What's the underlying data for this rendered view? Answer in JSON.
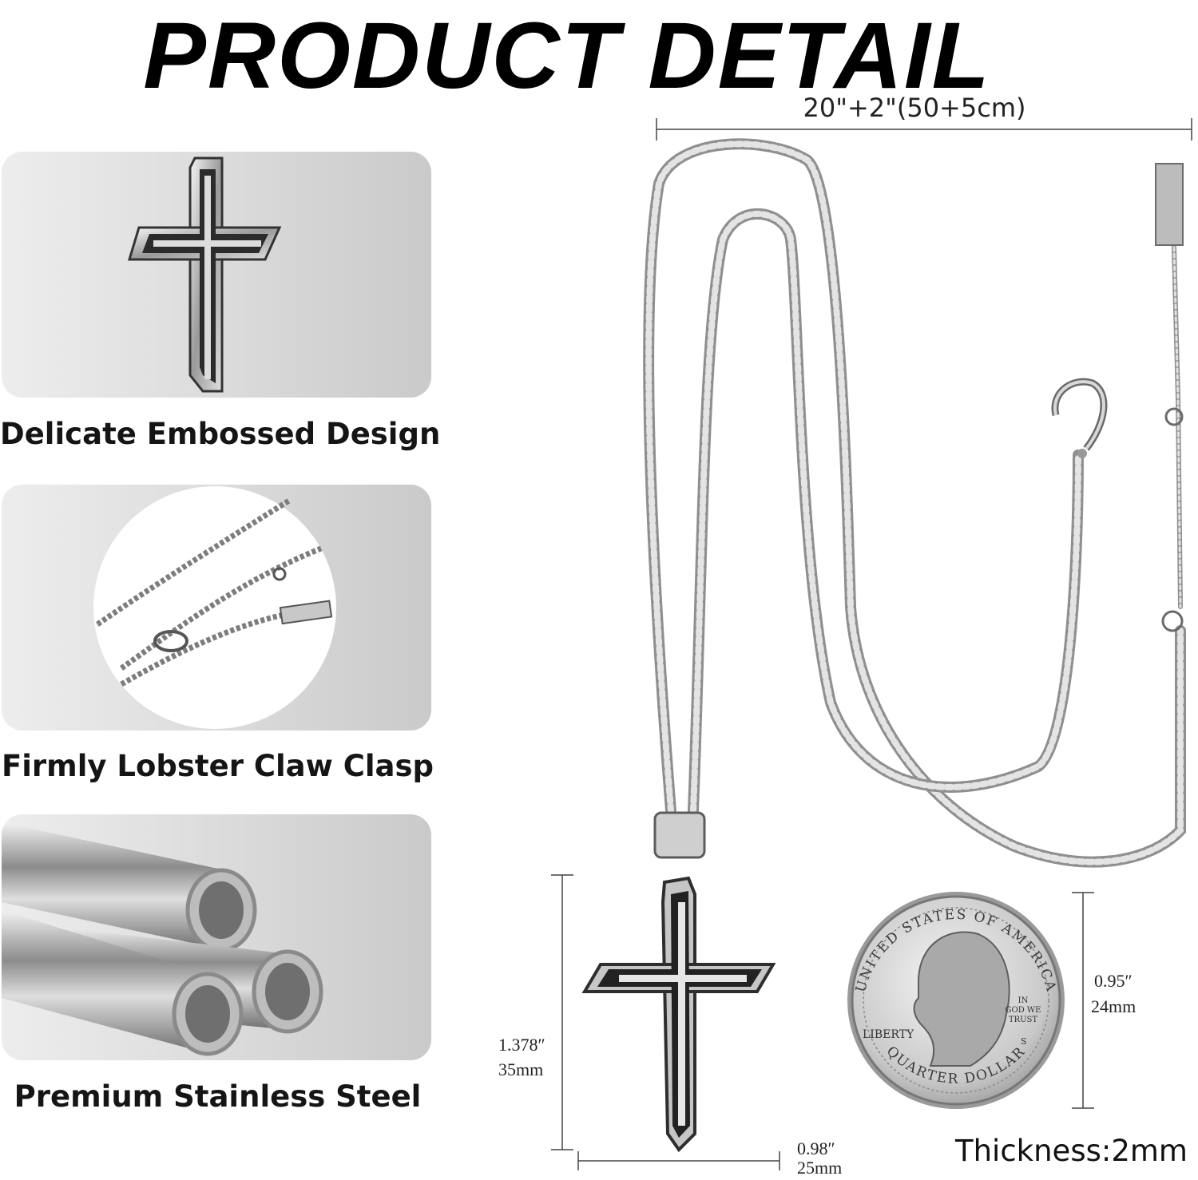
{
  "title": "PRODUCT DETAIL",
  "features": [
    {
      "caption": "Delicate Embossed Design",
      "icon": "cross-pendant-closeup"
    },
    {
      "caption": "Firmly Lobster Claw Clasp",
      "icon": "clasp-closeup"
    },
    {
      "caption": "Premium Stainless Steel",
      "icon": "steel-tubes"
    }
  ],
  "chain_length": "20\"+2\"(50+5cm)",
  "pendant_height": {
    "inch": "1.378″",
    "mm": "35mm"
  },
  "pendant_width": {
    "inch": "0.98″",
    "mm": "25mm"
  },
  "coin_size": {
    "inch": "0.95″",
    "mm": "24mm"
  },
  "coin": {
    "top_text": "UNITED STATES OF AMERICA",
    "liberty": "LIBERTY",
    "bottom_text": "QUARTER DOLLAR",
    "motto_1": "IN",
    "motto_2": "GOD WE",
    "motto_3": "TRUST",
    "mint": "S"
  },
  "thickness": "Thickness:2mm",
  "colors": {
    "steel": "#b9b9b9",
    "panel": "#dcdcdc",
    "ink": "#111111"
  }
}
